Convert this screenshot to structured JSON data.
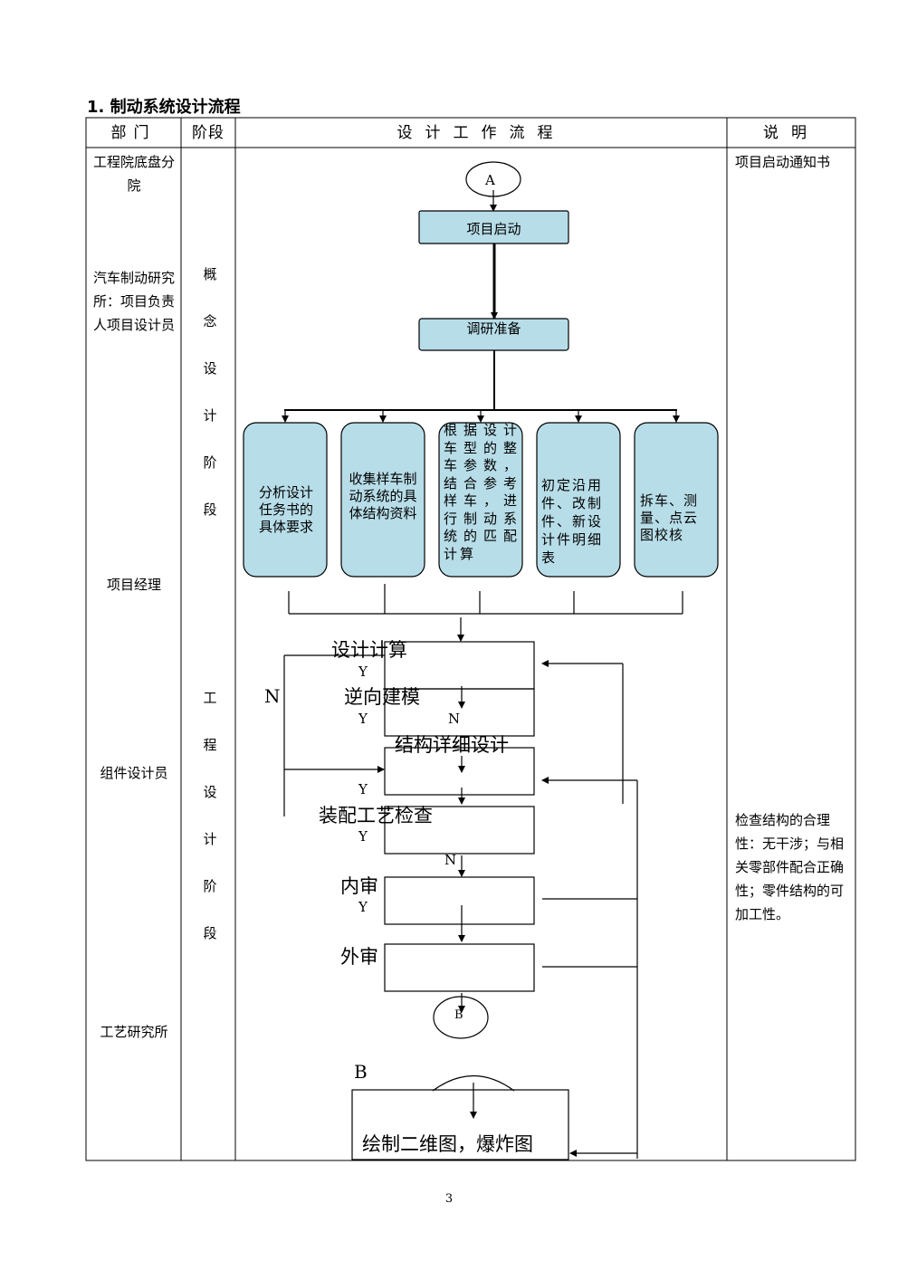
{
  "heading": "1.  制动系统设计流程",
  "headers": {
    "dept": "部门",
    "stage": "阶段",
    "flow": "设计工作流程",
    "note": "说明"
  },
  "departments": [
    "工程院底盘分院",
    "汽车制动研究所：项目负责人项目设计员",
    "项目经理",
    "组件设计员",
    "工艺研究所"
  ],
  "stages": {
    "concept": [
      "概",
      "念",
      "设",
      "计",
      "阶",
      "段"
    ],
    "engineering": [
      "工",
      "程",
      "设",
      "计",
      "阶",
      "段"
    ]
  },
  "notes": {
    "start": "项目启动通知书",
    "check": "检查结构的合理性：无干涉；与相关零部件配合正确性；零件结构的可加工性。"
  },
  "flow": {
    "connector_a": "A",
    "connector_b": "B",
    "start_box": "项目启动",
    "research_box": "调研准备",
    "branches": [
      "分析设计任务书的具体要求",
      "收集样车制动系统的具体结构资料",
      "根据设计车型的整车参数，结合参考样车，进行制动系统的匹配计算",
      "初定沿用件、改制件、新设计件明细表",
      "拆车、测量、点云图校核"
    ],
    "steps": [
      "设计计算",
      "逆向建模",
      "结构详细设计",
      "装配工艺检查",
      "内审",
      "外审"
    ],
    "final_box": "绘制二维图，爆炸图",
    "yes": "Y",
    "no": "N",
    "b_label": "B"
  },
  "page_number": "3",
  "colors": {
    "box_fill": "#b7dde8",
    "border": "#000000"
  }
}
